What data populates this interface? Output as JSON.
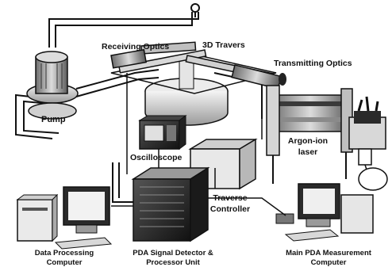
{
  "labels": {
    "receiving_optics": "Receiving Optics",
    "traverse_3d": "3D Travers",
    "transmitting_optics": "Transmitting Optics",
    "pump": "Pump",
    "argon_ion_laser_line1": "Argon-ion",
    "argon_ion_laser_line2": "laser",
    "oscilloscope": "Oscilloscope",
    "traverse_controller_line1": "Traverse",
    "traverse_controller_line2": "Controller",
    "data_processing_line1": "Data Processing",
    "data_processing_line2": "Computer",
    "pda_detector_line1": "PDA Signal Detector &",
    "pda_detector_line2": "Processor Unit",
    "main_pda_line1": "Main PDA  Measurement",
    "main_pda_line2": "Computer"
  },
  "colors": {
    "line": "#111111",
    "equipment_light": "#e6e6e6",
    "equipment_mid": "#bdbdbd",
    "equipment_dark": "#2a2a2a",
    "background": "#ffffff"
  }
}
